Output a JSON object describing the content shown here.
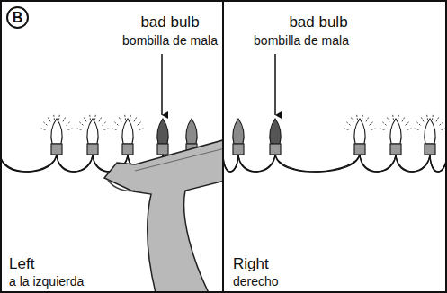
{
  "diagram": {
    "nodes": [
      {
        "text": [
          "bad bulb",
          "bombilla de mala",
          "Left",
          "a la izquierda"
        ]
      },
      {
        "text": [
          "B"
        ],
        "in": 0
      },
      {
        "text": [
          "bad bulb",
          "bombilla de mala",
          "Right",
          "derecho"
        ]
      }
    ]
  }
}
